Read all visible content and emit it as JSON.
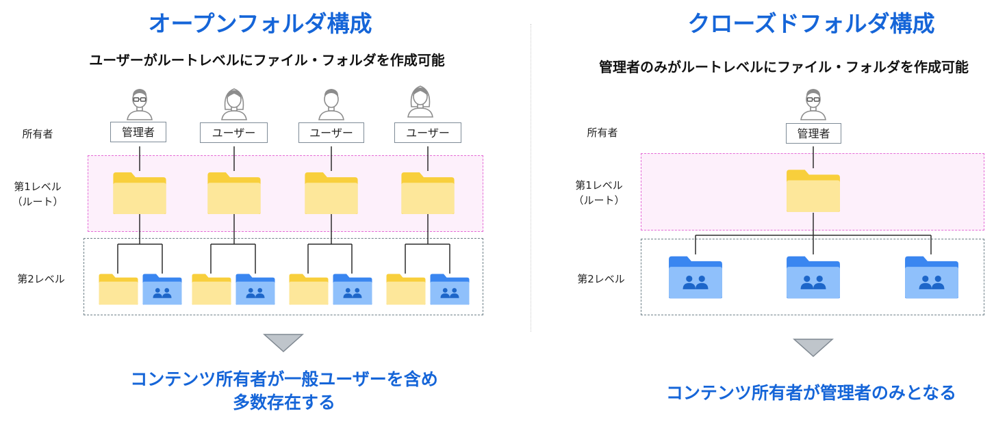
{
  "left": {
    "title": "オープンフォルダ構成",
    "subtitle": "ユーザーがルートレベルにファイル・フォルダを作成可能",
    "row_labels": {
      "owner": "所有者",
      "level1": [
        "第1レベル",
        "（ルート）"
      ],
      "level2": "第2レベル"
    },
    "owners": [
      "管理者",
      "ユーザー",
      "ユーザー",
      "ユーザー"
    ],
    "conclusion": [
      "コンテンツ所有者が一般ユーザーを含め",
      "多数存在する"
    ]
  },
  "right": {
    "title": "クローズドフォルダ構成",
    "subtitle": "管理者のみがルートレベルにファイル・フォルダを作成可能",
    "row_labels": {
      "owner": "所有者",
      "level1": [
        "第1レベル",
        "（ルート）"
      ],
      "level2": "第2レベル"
    },
    "owners": [
      "管理者"
    ],
    "conclusion": [
      "コンテンツ所有者が管理者のみとなる"
    ]
  },
  "colors": {
    "title_blue": "#1565d8",
    "folder_yellow_back": "#f8cf3c",
    "folder_yellow_front": "#fde79a",
    "folder_blue_back": "#3a86f0",
    "folder_blue_front": "#8fc0fb",
    "shared_people": "#1d66c9",
    "level1_border": "#e46ad6",
    "level1_fill": "#fdf0fb",
    "level2_border": "#6b7e86",
    "arrow_gray": "#bfc5cb"
  },
  "icons": {
    "person": "person-icon",
    "folder": "folder-icon",
    "shared_folder": "shared-folder-icon",
    "arrow": "down-triangle-icon"
  }
}
